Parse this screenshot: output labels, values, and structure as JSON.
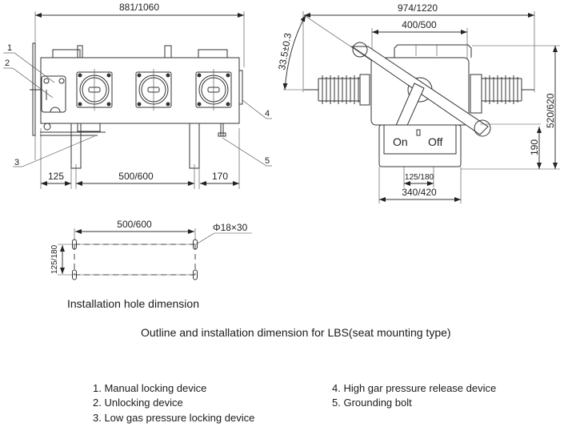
{
  "title": "Outline and installation dimension for LBS(seat mounting type)",
  "front_view": {
    "overall_width": "881/1060",
    "left_offset": "125",
    "leg_spacing": "500/600",
    "right_offset": "170",
    "callouts": [
      "1",
      "2",
      "3",
      "4",
      "5"
    ]
  },
  "side_view": {
    "overall_width": "974/1220",
    "top_width": "400/500",
    "angle": "33.5±0.3",
    "height_total": "520/620",
    "height_base": "190",
    "base_inner": "125/180",
    "base_outer": "340/420",
    "on_label": "On",
    "off_label": "Off"
  },
  "installation_holes": {
    "caption": "Installation hole dimension",
    "spacing_x": "500/600",
    "spacing_y": "125/180",
    "hole_size": "Φ18×30"
  },
  "legend": [
    "1. Manual locking device",
    "2. Unlocking device",
    "3. Low gas pressure locking device",
    "4. High gar pressure release device",
    "5. Grounding bolt"
  ]
}
